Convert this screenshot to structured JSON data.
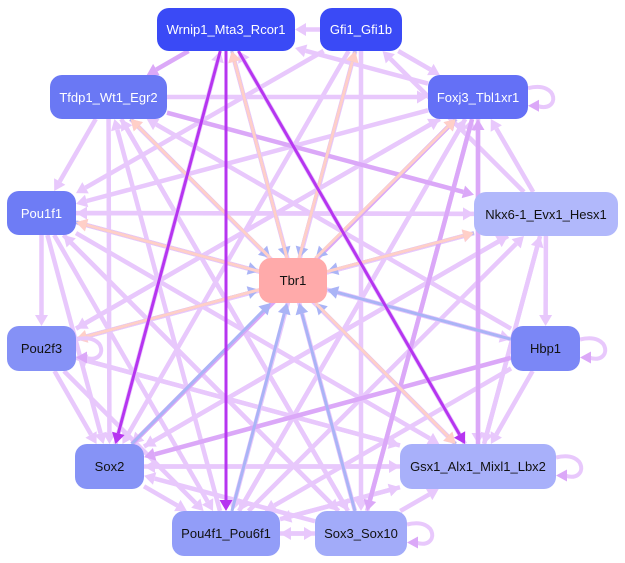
{
  "graph": {
    "type": "directed-network",
    "center_node": "Tbr1",
    "nodes": [
      {
        "id": "wrnip1",
        "label": "Wrnip1_Mta3_Rcor1",
        "fill": "#3a4af6",
        "text": "#ffffff"
      },
      {
        "id": "gfi1",
        "label": "Gfi1_Gfi1b",
        "fill": "#3a4af6",
        "text": "#ffffff"
      },
      {
        "id": "tfdp1",
        "label": "Tfdp1_Wt1_Egr2",
        "fill": "#6a78f4",
        "text": "#ffffff"
      },
      {
        "id": "foxj3",
        "label": "Foxj3_Tbl1xr1",
        "fill": "#6470f6",
        "text": "#ffffff"
      },
      {
        "id": "pou1f1",
        "label": "Pou1f1",
        "fill": "#6e7cf5",
        "text": "#ffffff"
      },
      {
        "id": "nkx6",
        "label": "Nkx6-1_Evx1_Hesx1",
        "fill": "#b1b8fb",
        "text": "#111111"
      },
      {
        "id": "tbr1",
        "label": "Tbr1",
        "fill": "#ffaaaa",
        "text": "#111111"
      },
      {
        "id": "pou2f3",
        "label": "Pou2f3",
        "fill": "#8591f6",
        "text": "#111111"
      },
      {
        "id": "hbp1",
        "label": "Hbp1",
        "fill": "#7b87f6",
        "text": "#111111"
      },
      {
        "id": "sox2",
        "label": "Sox2",
        "fill": "#8693f6",
        "text": "#111111"
      },
      {
        "id": "gsx1",
        "label": "Gsx1_Alx1_Mixl1_Lbx2",
        "fill": "#a8b0fa",
        "text": "#111111"
      },
      {
        "id": "pou4f1",
        "label": "Pou4f1_Pou6f1",
        "fill": "#929df8",
        "text": "#111111"
      },
      {
        "id": "sox3",
        "label": "Sox3_Sox10",
        "fill": "#a2abf9",
        "text": "#111111"
      }
    ],
    "edge_colors": {
      "weak": "#e8c8fc",
      "medium": "#dba8f8",
      "strong": "#b635f0",
      "to_center_blue": "#aab4f6",
      "to_center_pink": "#ffcfc8"
    },
    "edges": [
      {
        "from": "gfi1",
        "to": "wrnip1",
        "kind": "weak"
      },
      {
        "from": "gfi1",
        "to": "tbr1",
        "kind": "to_center_blue"
      },
      {
        "from": "wrnip1",
        "to": "tbr1",
        "kind": "to_center_blue"
      },
      {
        "from": "tfdp1",
        "to": "tbr1",
        "kind": "to_center_blue"
      },
      {
        "from": "foxj3",
        "to": "tbr1",
        "kind": "to_center_blue"
      },
      {
        "from": "pou1f1",
        "to": "tbr1",
        "kind": "to_center_blue"
      },
      {
        "from": "nkx6",
        "to": "tbr1",
        "kind": "to_center_blue"
      },
      {
        "from": "pou2f3",
        "to": "tbr1",
        "kind": "to_center_blue"
      },
      {
        "from": "hbp1",
        "to": "tbr1",
        "kind": "to_center_blue"
      },
      {
        "from": "sox2",
        "to": "tbr1",
        "kind": "to_center_blue"
      },
      {
        "from": "gsx1",
        "to": "tbr1",
        "kind": "to_center_blue"
      },
      {
        "from": "pou4f1",
        "to": "tbr1",
        "kind": "to_center_blue"
      },
      {
        "from": "sox3",
        "to": "tbr1",
        "kind": "to_center_blue"
      },
      {
        "from": "tbr1",
        "to": "wrnip1",
        "kind": "to_center_pink"
      },
      {
        "from": "tbr1",
        "to": "gfi1",
        "kind": "to_center_pink"
      },
      {
        "from": "tbr1",
        "to": "tfdp1",
        "kind": "to_center_pink"
      },
      {
        "from": "tbr1",
        "to": "foxj3",
        "kind": "to_center_pink"
      },
      {
        "from": "tbr1",
        "to": "pou1f1",
        "kind": "to_center_pink"
      },
      {
        "from": "tbr1",
        "to": "nkx6",
        "kind": "to_center_pink"
      },
      {
        "from": "tbr1",
        "to": "pou2f3",
        "kind": "to_center_pink"
      },
      {
        "from": "tbr1",
        "to": "gsx1",
        "kind": "to_center_pink"
      },
      {
        "from": "wrnip1",
        "to": "sox2",
        "kind": "strong"
      },
      {
        "from": "wrnip1",
        "to": "gsx1",
        "kind": "strong"
      },
      {
        "from": "wrnip1",
        "to": "pou4f1",
        "kind": "strong"
      },
      {
        "from": "wrnip1",
        "to": "tfdp1",
        "kind": "medium"
      },
      {
        "from": "tfdp1",
        "to": "foxj3",
        "kind": "weak"
      },
      {
        "from": "tfdp1",
        "to": "pou1f1",
        "kind": "weak"
      },
      {
        "from": "tfdp1",
        "to": "sox2",
        "kind": "weak"
      },
      {
        "from": "tfdp1",
        "to": "gsx1",
        "kind": "weak"
      },
      {
        "from": "tfdp1",
        "to": "nkx6",
        "kind": "medium"
      },
      {
        "from": "tfdp1",
        "to": "sox3",
        "kind": "weak"
      },
      {
        "from": "gfi1",
        "to": "foxj3",
        "kind": "weak"
      },
      {
        "from": "gfi1",
        "to": "pou4f1",
        "kind": "weak"
      },
      {
        "from": "gfi1",
        "to": "sox3",
        "kind": "weak"
      },
      {
        "from": "gfi1",
        "to": "pou1f1",
        "kind": "weak"
      },
      {
        "from": "gfi1",
        "to": "sox2",
        "kind": "weak"
      },
      {
        "from": "foxj3",
        "to": "sox2",
        "kind": "weak"
      },
      {
        "from": "foxj3",
        "to": "pou4f1",
        "kind": "weak"
      },
      {
        "from": "foxj3",
        "to": "sox3",
        "kind": "medium"
      },
      {
        "from": "foxj3",
        "to": "gsx1",
        "kind": "weak"
      },
      {
        "from": "foxj3",
        "to": "pou2f3",
        "kind": "weak"
      },
      {
        "from": "foxj3",
        "to": "pou1f1",
        "kind": "weak"
      },
      {
        "from": "foxj3",
        "to": "wrnip1",
        "kind": "weak"
      },
      {
        "from": "nkx6",
        "to": "foxj3",
        "kind": "weak"
      },
      {
        "from": "nkx6",
        "to": "gfi1",
        "kind": "weak"
      },
      {
        "from": "nkx6",
        "to": "hbp1",
        "kind": "weak"
      },
      {
        "from": "nkx6",
        "to": "gsx1",
        "kind": "weak"
      },
      {
        "from": "nkx6",
        "to": "sox2",
        "kind": "weak"
      },
      {
        "from": "nkx6",
        "to": "pou1f1",
        "kind": "weak"
      },
      {
        "from": "nkx6",
        "to": "pou2f3",
        "kind": "weak"
      },
      {
        "from": "pou1f1",
        "to": "pou2f3",
        "kind": "weak"
      },
      {
        "from": "pou1f1",
        "to": "sox2",
        "kind": "weak"
      },
      {
        "from": "pou1f1",
        "to": "gsx1",
        "kind": "weak"
      },
      {
        "from": "pou1f1",
        "to": "pou4f1",
        "kind": "weak"
      },
      {
        "from": "pou1f1",
        "to": "hbp1",
        "kind": "weak"
      },
      {
        "from": "pou1f1",
        "to": "sox3",
        "kind": "weak"
      },
      {
        "from": "pou1f1",
        "to": "nkx6",
        "kind": "weak"
      },
      {
        "from": "pou2f3",
        "to": "sox2",
        "kind": "weak"
      },
      {
        "from": "pou2f3",
        "to": "gsx1",
        "kind": "weak"
      },
      {
        "from": "pou2f3",
        "to": "pou4f1",
        "kind": "weak"
      },
      {
        "from": "pou2f3",
        "to": "nkx6",
        "kind": "weak"
      },
      {
        "from": "pou2f3",
        "to": "foxj3",
        "kind": "weak"
      },
      {
        "from": "hbp1",
        "to": "sox2",
        "kind": "medium"
      },
      {
        "from": "hbp1",
        "to": "gsx1",
        "kind": "weak"
      },
      {
        "from": "hbp1",
        "to": "pou1f1",
        "kind": "weak"
      },
      {
        "from": "hbp1",
        "to": "tfdp1",
        "kind": "weak"
      },
      {
        "from": "hbp1",
        "to": "pou4f1",
        "kind": "weak"
      },
      {
        "from": "gsx1",
        "to": "sox2",
        "kind": "weak"
      },
      {
        "from": "gsx1",
        "to": "pou4f1",
        "kind": "weak"
      },
      {
        "from": "gsx1",
        "to": "foxj3",
        "kind": "medium"
      },
      {
        "from": "gsx1",
        "to": "wrnip1",
        "kind": "weak"
      },
      {
        "from": "gsx1",
        "to": "tfdp1",
        "kind": "weak"
      },
      {
        "from": "gsx1",
        "to": "pou2f3",
        "kind": "weak"
      },
      {
        "from": "gsx1",
        "to": "nkx6",
        "kind": "weak"
      },
      {
        "from": "sox2",
        "to": "foxj3",
        "kind": "medium"
      },
      {
        "from": "sox2",
        "to": "gsx1",
        "kind": "weak"
      },
      {
        "from": "sox2",
        "to": "pou4f1",
        "kind": "weak"
      },
      {
        "from": "sox2",
        "to": "nkx6",
        "kind": "weak"
      },
      {
        "from": "sox2",
        "to": "wrnip1",
        "kind": "weak"
      },
      {
        "from": "pou4f1",
        "to": "sox3",
        "kind": "weak"
      },
      {
        "from": "pou4f1",
        "to": "foxj3",
        "kind": "weak"
      },
      {
        "from": "pou4f1",
        "to": "nkx6",
        "kind": "weak"
      },
      {
        "from": "pou4f1",
        "to": "tfdp1",
        "kind": "weak"
      },
      {
        "from": "pou4f1",
        "to": "gsx1",
        "kind": "weak"
      },
      {
        "from": "sox3",
        "to": "pou4f1",
        "kind": "weak"
      },
      {
        "from": "sox3",
        "to": "wrnip1",
        "kind": "weak"
      },
      {
        "from": "sox3",
        "to": "tfdp1",
        "kind": "weak"
      },
      {
        "from": "sox3",
        "to": "pou1f1",
        "kind": "weak"
      },
      {
        "from": "sox3",
        "to": "sox2",
        "kind": "weak"
      },
      {
        "from": "sox3",
        "to": "gsx1",
        "kind": "weak"
      },
      {
        "from": "sox3",
        "to": "foxj3",
        "kind": "weak"
      }
    ],
    "self_loops": [
      "foxj3",
      "hbp1",
      "gsx1",
      "sox3",
      "pou2f3"
    ]
  }
}
